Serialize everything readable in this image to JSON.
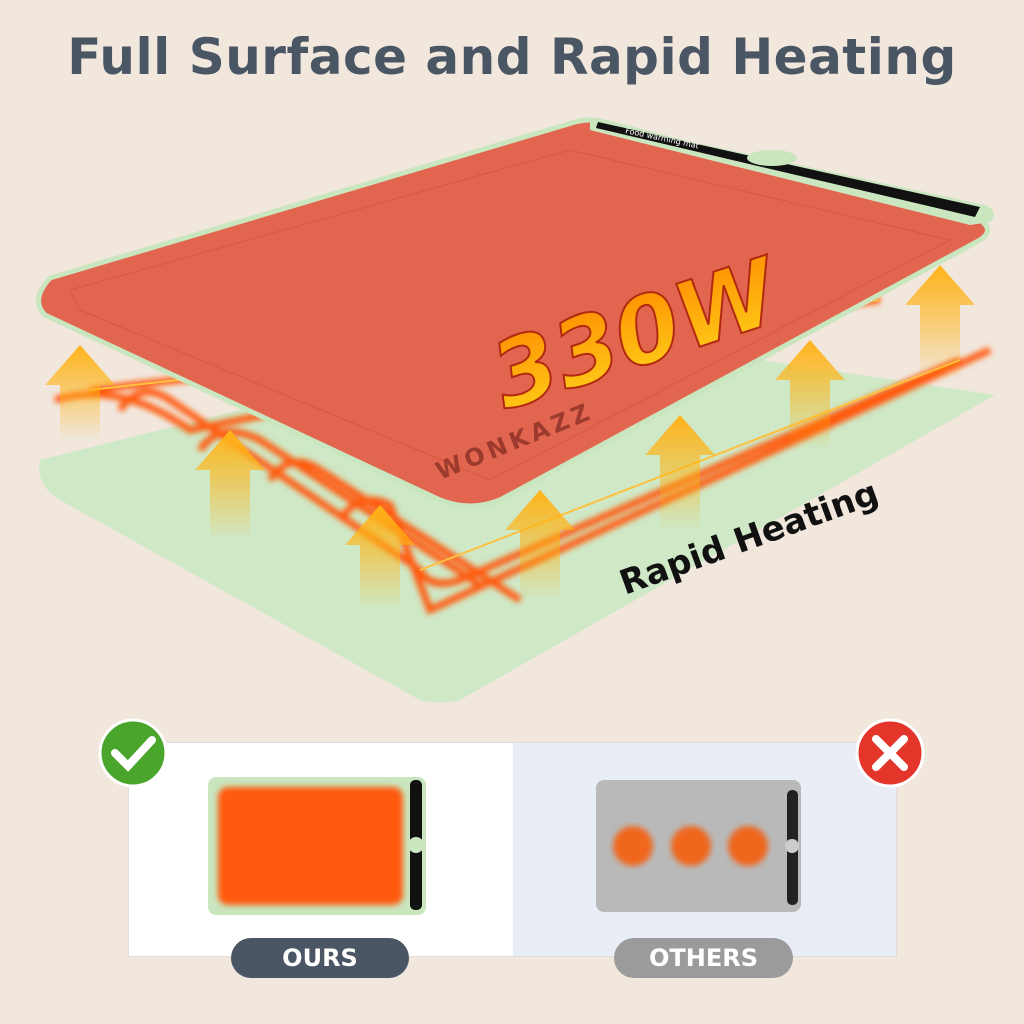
{
  "title": "Full Surface and Rapid Heating",
  "product": {
    "power_label": "330W",
    "feature_label": "Rapid Heating",
    "brand_logo": "WONKAZZ",
    "control_strip_text": "Food warming mat"
  },
  "comparison": {
    "ours_label": "OURS",
    "others_label": "OTHERS",
    "ours_icon": "check-icon",
    "others_icon": "x-icon"
  },
  "colors": {
    "mat_top": "#e2654f",
    "mat_base": "#cfe8c6",
    "heat": "#ff5a10",
    "check": "#4aa52c",
    "cross": "#e4352b",
    "title": "#4a5663"
  }
}
